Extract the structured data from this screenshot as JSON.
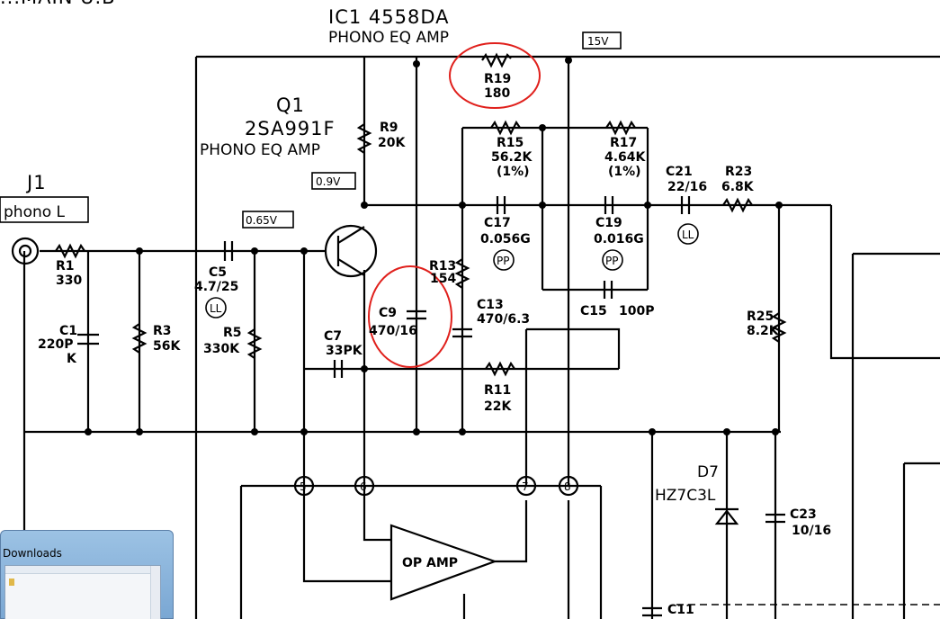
{
  "header": {
    "top_partial": "...MAIN U.B",
    "ic_title": "IC1 4558DA",
    "ic_sub": "PHONO EQ AMP",
    "supply": "15V"
  },
  "q1": {
    "ref": "Q1",
    "part": "2SA991F",
    "func": "PHONO EQ AMP"
  },
  "input": {
    "jack_ref": "J1",
    "jack_label": "phono L"
  },
  "voltages": {
    "collector": "0.9V",
    "base": "0.65V"
  },
  "components": {
    "r1": {
      "ref": "R1",
      "value": "330"
    },
    "c1": {
      "ref": "C1",
      "value": "220P",
      "extra": "K"
    },
    "r3": {
      "ref": "R3",
      "value": "56K"
    },
    "c5": {
      "ref": "C5",
      "value": "4.7/25"
    },
    "r5": {
      "ref": "R5",
      "value": "330K"
    },
    "r9": {
      "ref": "R9",
      "value": "20K"
    },
    "r19": {
      "ref": "R19",
      "value": "180"
    },
    "r15": {
      "ref": "R15",
      "value": "56.2K",
      "tol": "(1%)"
    },
    "r17": {
      "ref": "R17",
      "value": "4.64K",
      "tol": "(1%)"
    },
    "c17": {
      "ref": "C17",
      "value": "0.056G"
    },
    "c19": {
      "ref": "C19",
      "value": "0.016G"
    },
    "c15": {
      "ref": "C15",
      "value": "100P"
    },
    "r13": {
      "ref": "R13",
      "value": "154"
    },
    "c13": {
      "ref": "C13",
      "value": "470/6.3"
    },
    "c9": {
      "ref": "C9",
      "value": "470/16"
    },
    "c7": {
      "ref": "C7",
      "value": "33PK"
    },
    "r11": {
      "ref": "R11",
      "value": "22K"
    },
    "c21": {
      "ref": "C21",
      "value": "22/16"
    },
    "r23": {
      "ref": "R23",
      "value": "6.8K"
    },
    "r25": {
      "ref": "R25",
      "value": "8.2K"
    },
    "d7": {
      "ref": "D7",
      "value": "HZ7C3L"
    },
    "c23": {
      "ref": "C23",
      "value": "10/16"
    },
    "c11": {
      "ref": "C11"
    }
  },
  "badges": {
    "ll": "LL",
    "pp": "PP"
  },
  "opamp": {
    "label": "OP AMP",
    "pins": [
      "5",
      "6",
      "7",
      "8"
    ]
  },
  "window": {
    "title": "Downloads"
  },
  "colors": {
    "ink": "#000000",
    "annotation": "#e0201c",
    "window_frame": "#9cc2e4"
  }
}
